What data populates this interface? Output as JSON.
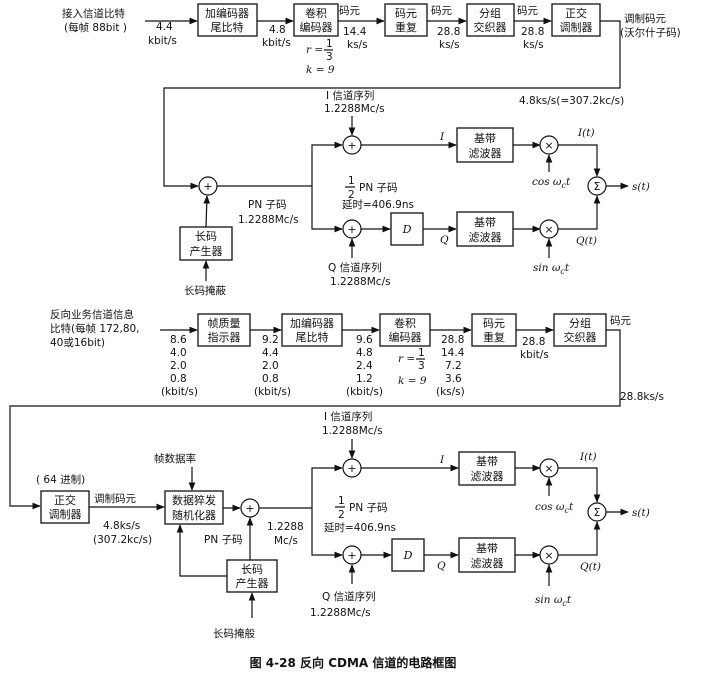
{
  "caption": "图 4-28 反向 CDMA 信道的电路框图",
  "top": {
    "input_label": [
      "接入信道比特",
      "(每帧 88bit )"
    ],
    "rate_in": [
      "4.4",
      "kbit/s"
    ],
    "tail_block": [
      "加编码器",
      "尾比特"
    ],
    "rate_tail": [
      "4.8",
      "kbit/s"
    ],
    "conv_block": [
      "卷积",
      "编码器"
    ],
    "conv_params": {
      "r_prefix": "r =",
      "r_num": "1",
      "r_den": "3",
      "k": "k = 9"
    },
    "symbol_label_1": "码元",
    "rate_conv": [
      "14.4",
      "ks/s"
    ],
    "repeat_block": [
      "码元",
      "重复"
    ],
    "symbol_label_2": "码元",
    "rate_rep": [
      "28.8",
      "ks/s"
    ],
    "inter_block": [
      "分组",
      "交织器"
    ],
    "symbol_label_3": "码元",
    "rate_int": [
      "28.8",
      "ks/s"
    ],
    "ortho_block": [
      "正交",
      "调制器"
    ],
    "mod_label": [
      "调制码元",
      "(沃尔什子码)"
    ],
    "rate_mod": "4.8ks/s(=307.2kc/s)",
    "i_seq": [
      "I 信道序列",
      "1.2288Mc/s"
    ],
    "i_arm": "I",
    "q_arm": "Q",
    "pn_label": [
      "PN 子码",
      "1.2288Mc/s"
    ],
    "half_pn": {
      "num": "1",
      "den": "2",
      "text": "PN 子码",
      "delay": "延时=406.9ns"
    },
    "delay_block": "D",
    "filter_i": [
      "基带",
      "滤波器"
    ],
    "filter_q": [
      "基带",
      "滤波器"
    ],
    "i_t": "I(t)",
    "q_t": "Q(t)",
    "cos_label": "cos ω",
    "sin_label": "sin ω",
    "carrier_sub": "c",
    "carrier_t": "t",
    "sum_symbol": "Σ",
    "out_label": "s(t)",
    "q_seq": [
      "Q 信道序列",
      "1.2288Mc/s"
    ],
    "lc_block": [
      "长码",
      "产生器"
    ],
    "lc_mask": "长码掩蔽"
  },
  "bottom": {
    "input_label": [
      "反向业务信道信息",
      "比特(每帧 172,80,",
      "40或16bit)"
    ],
    "rates_in": [
      "8.6",
      "4.0",
      "2.0",
      "0.8",
      "(kbit/s)"
    ],
    "quality_block": [
      "帧质量",
      "指示器"
    ],
    "rates_q": [
      "9.2",
      "4.4",
      "2.0",
      "0.8",
      "(kbit/s)"
    ],
    "tail_block": [
      "加编码器",
      "尾比特"
    ],
    "rates_t": [
      "9.6",
      "4.8",
      "2.4",
      "1.2",
      "(kbit/s)"
    ],
    "conv_block": [
      "卷积",
      "编码器"
    ],
    "conv_params": {
      "r_prefix": "r =",
      "r_num": "1",
      "r_den": "3",
      "k": "k = 9"
    },
    "rates_c": [
      "28.8",
      "14.4",
      "7.2",
      "3.6",
      "(ks/s)"
    ],
    "repeat_block": [
      "码元",
      "重复"
    ],
    "rate_rep": [
      "28.8",
      "kbit/s"
    ],
    "inter_block": [
      "分组",
      "交织器"
    ],
    "symbol_label": "码元",
    "rate_int": "28.8ks/s",
    "base_label": "( 64 进制)",
    "ortho_block": [
      "正交",
      "调制器"
    ],
    "mod_label": "调制码元",
    "rate_mod": [
      "4.8ks/s",
      "(307.2kc/s)"
    ],
    "frame_rate": "帧数据率",
    "burst_block": [
      "数据猝发",
      "随机化器"
    ],
    "pn_label": "PN 子码",
    "chip_rate": [
      "1.2288",
      "Mc/s"
    ],
    "lc_block": [
      "长码",
      "产生器"
    ],
    "lc_mask": "长码掩般",
    "i_seq": [
      "I 信道序列",
      "1.2288Mc/s"
    ],
    "i_arm": "I",
    "q_arm": "Q",
    "half_pn": {
      "num": "1",
      "den": "2",
      "text": "PN 子码",
      "delay": "延时=406.9ns"
    },
    "delay_block": "D",
    "filter_i": [
      "基带",
      "滤波器"
    ],
    "filter_q": [
      "基带",
      "滤波器"
    ],
    "i_t": "I(t)",
    "q_t": "Q(t)",
    "cos_label": "cos ω",
    "sin_label": "sin ω",
    "carrier_sub": "c",
    "carrier_t": "t",
    "sum_symbol": "Σ",
    "out_label": "s(t)",
    "q_seq": [
      "Q 信道序列",
      "1.2288Mc/s"
    ]
  }
}
